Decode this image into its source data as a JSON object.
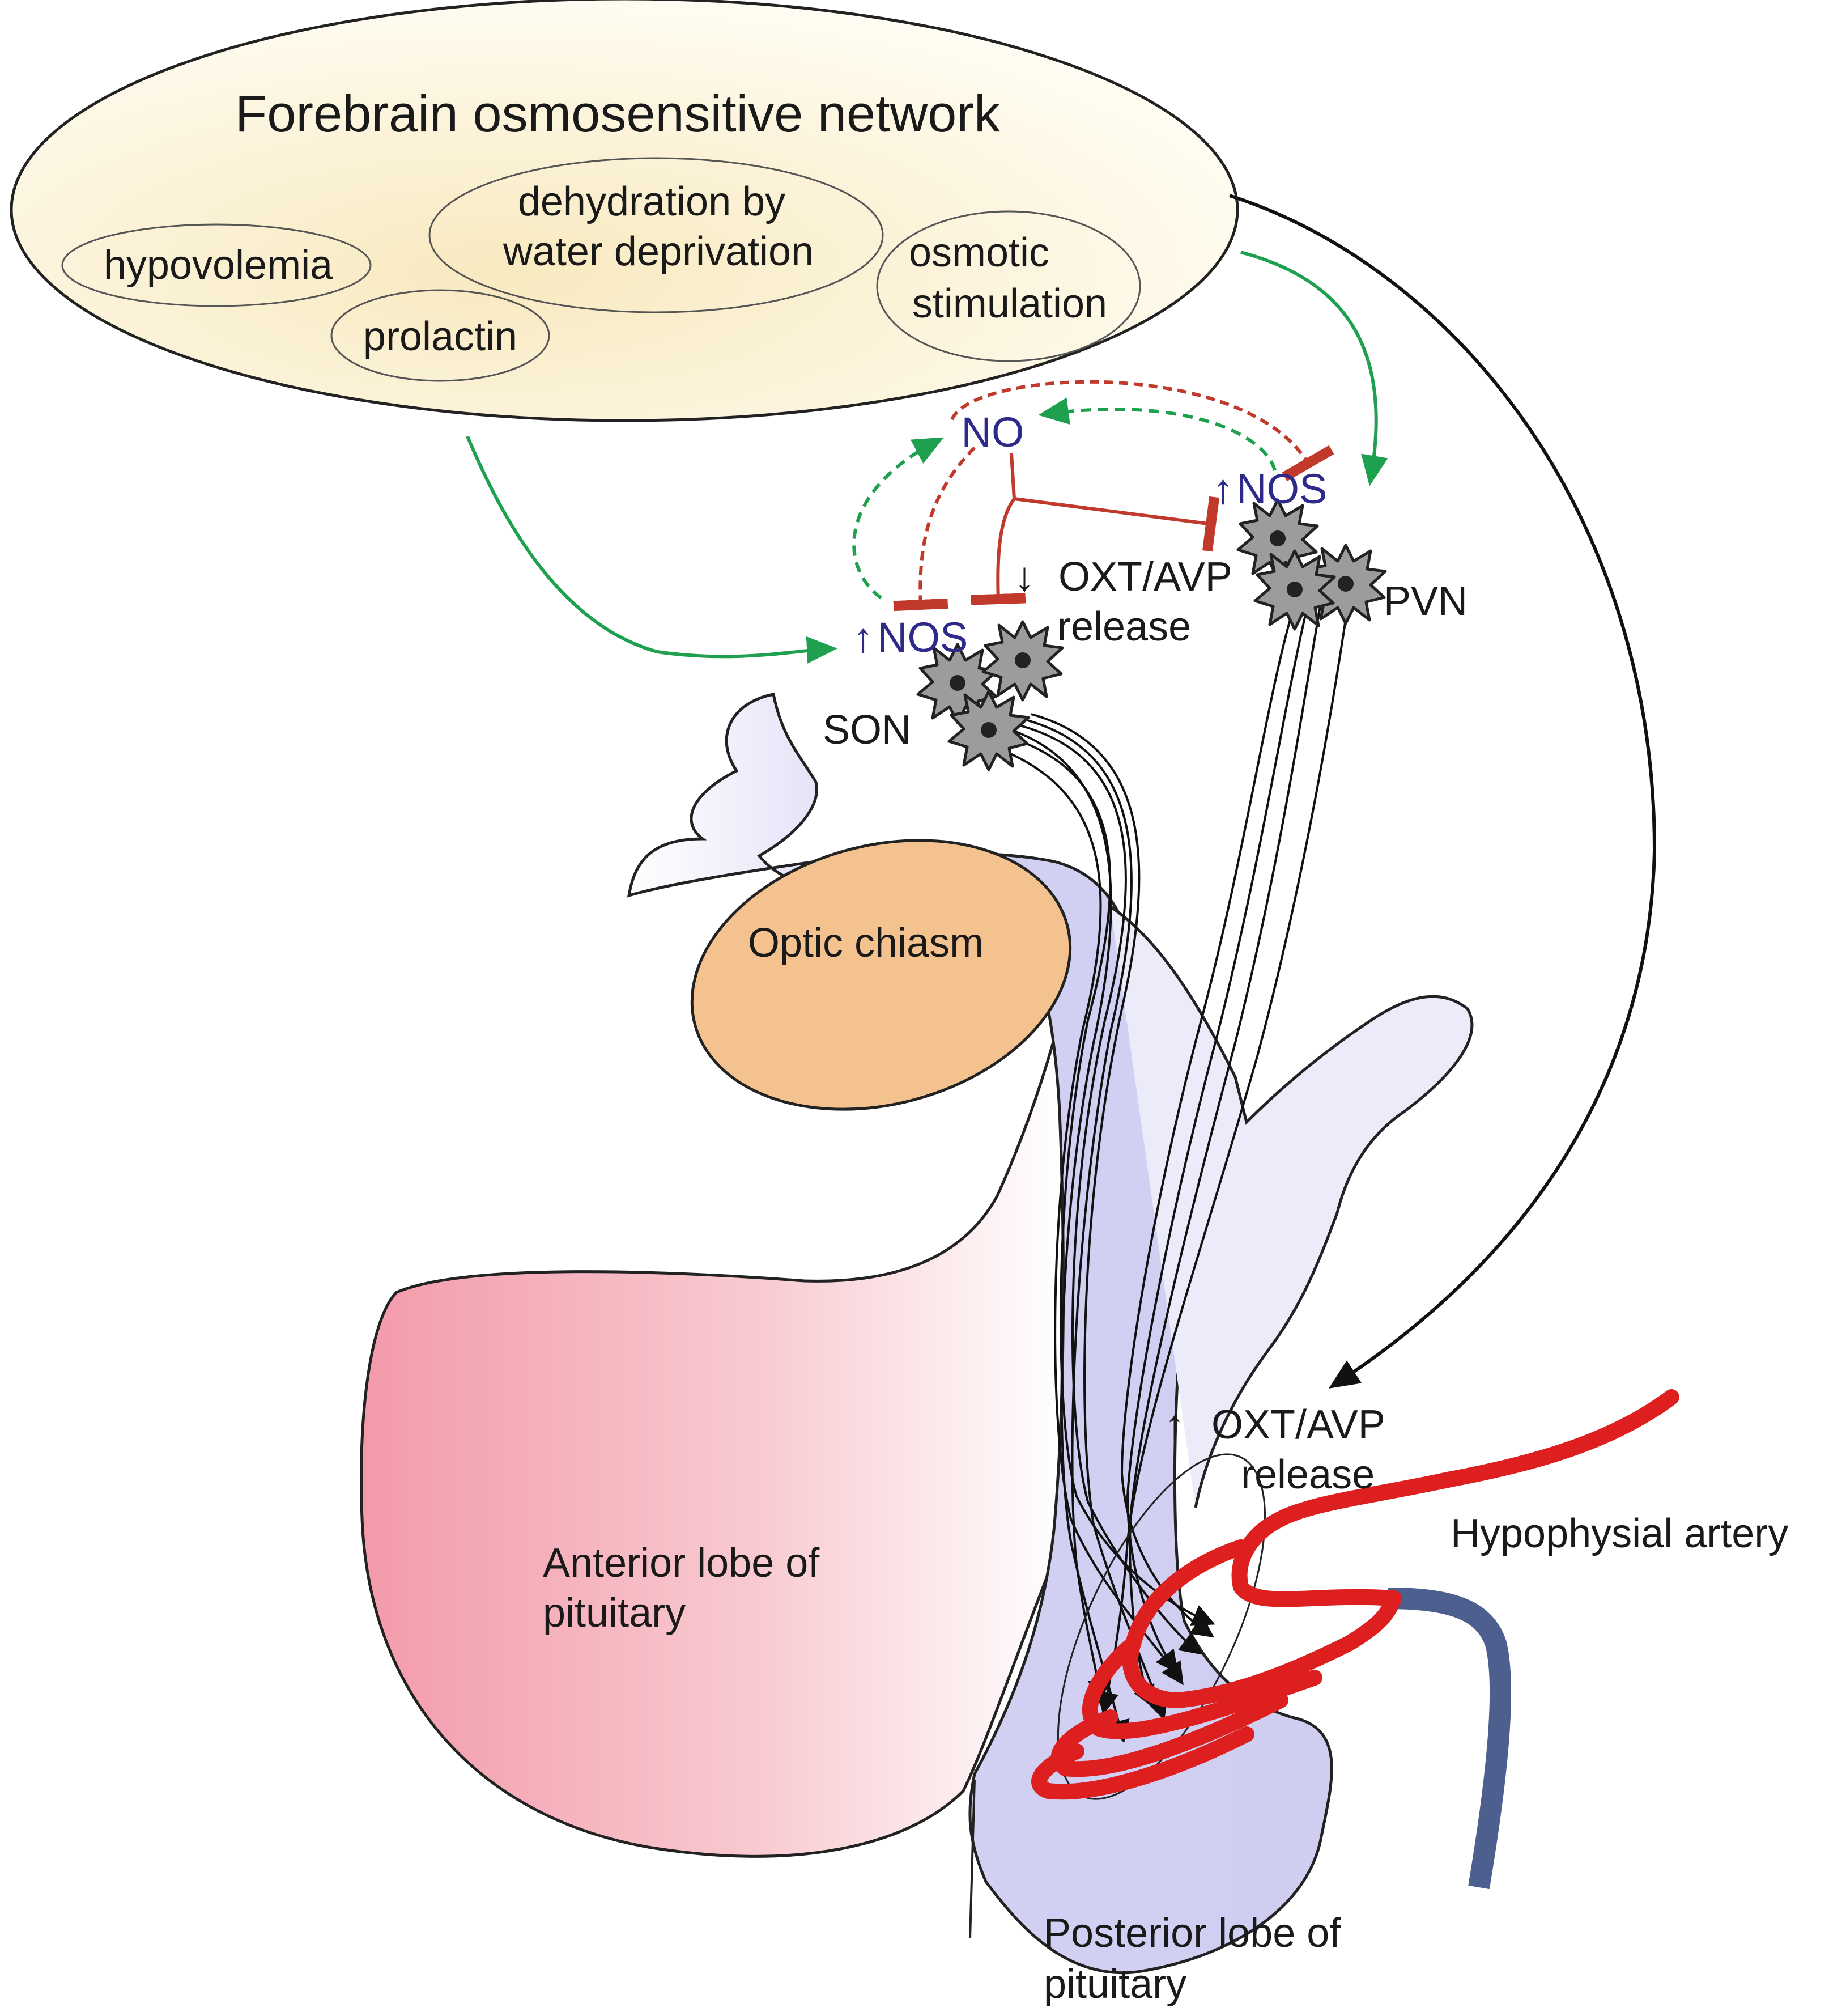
{
  "network": {
    "title": "Forebrain osmosensitive network",
    "stimuli": {
      "hypovolemia": "hypovolemia",
      "prolactin": "prolactin",
      "dehydration_line1": "dehydration by",
      "dehydration_line2": "water deprivation",
      "osmotic_line1": "osmotic",
      "osmotic_line2": "stimulation"
    }
  },
  "signaling": {
    "no": "NO",
    "nos_left": "NOS",
    "nos_right": "NOS",
    "up_arrow": "↑",
    "down_arrow": "↓",
    "release_down_line1": "OXT/AVP",
    "release_down_line2": "release",
    "release_up_line1": "OXT/AVP",
    "release_up_line2": "release"
  },
  "nuclei": {
    "son": "SON",
    "pvn": "PVN"
  },
  "structures": {
    "optic_chiasm": "Optic chiasm",
    "anterior_line1": "Anterior lobe of",
    "anterior_line2": "pituitary",
    "posterior_line1": "Posterior lobe of",
    "posterior_line2": "pituitary",
    "artery": "Hypophysial artery"
  },
  "colors": {
    "network_fill": "#fbf3d8",
    "stalk_fill": "#d4d2f2",
    "chiasm_fill": "#f4c28e",
    "anterior_fill": "#f4a3b0",
    "artery": "#de1f1f",
    "vein": "#4d5f8f",
    "stimulate": "#1fa04f",
    "inhibit": "#c0392b",
    "nos_text": "#2e2a8a",
    "neuron": "#9a9a9a"
  }
}
